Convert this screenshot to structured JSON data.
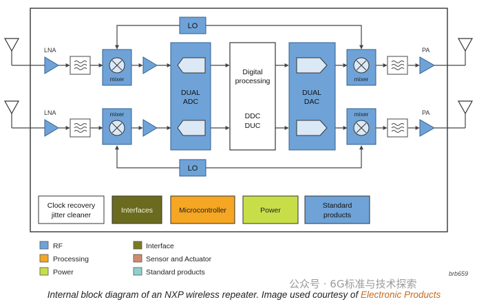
{
  "labels": {
    "lna": "LNA",
    "pa": "PA",
    "mixer": "mixer",
    "lo": "LO",
    "adc": [
      "DUAL",
      "ADC"
    ],
    "dac": [
      "DUAL",
      "DAC"
    ],
    "digital": [
      "Digital",
      "processing"
    ],
    "ddc": [
      "DDC",
      "DUC"
    ],
    "clock": [
      "Clock recovery",
      "jitter cleaner"
    ],
    "interfaces": "Interfaces",
    "microcontroller": "Microcontroller",
    "power": "Power",
    "standard": [
      "Standard",
      "products"
    ],
    "ref_code": "brb659"
  },
  "legend": [
    {
      "label": "RF",
      "color": "#6fa3d8"
    },
    {
      "label": "Processing",
      "color": "#f5a623"
    },
    {
      "label": "Power",
      "color": "#c7de48"
    },
    {
      "label": "Interface",
      "color": "#7a7a22"
    },
    {
      "label": "Sensor and Actuator",
      "color": "#d08a70"
    },
    {
      "label": "Standard products",
      "color": "#8fd0cc"
    }
  ],
  "colors": {
    "rf": "#6fa3d8",
    "interfaces": "#6b6b1f",
    "micro": "#f5a623",
    "power": "#c7de48",
    "standard": "#6fa3d8",
    "line": "#444444"
  },
  "caption": {
    "text": "Internal block diagram of an NXP wireless repeater. Image used courtesy of ",
    "link": "Electronic Products"
  },
  "watermark": "公众号 · 6G标准与技术探索"
}
